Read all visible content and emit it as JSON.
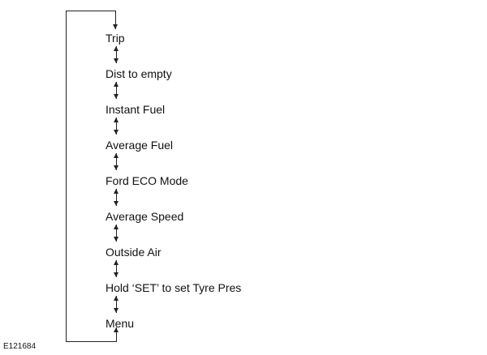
{
  "figure_label": "E121684",
  "diagram": {
    "type": "cyclic-menu-flow",
    "description": "Vertical list of display options connected by bidirectional arrows with a wrap-around loop from Menu back to Trip",
    "colors": {
      "line": "#222222",
      "text": "#111111",
      "background": "#ffffff"
    },
    "items": [
      {
        "label": "Trip"
      },
      {
        "label": "Dist to empty"
      },
      {
        "label": "Instant Fuel"
      },
      {
        "label": "Average Fuel"
      },
      {
        "label": "Ford ECO Mode"
      },
      {
        "label": "Average Speed"
      },
      {
        "label": "Outside Air"
      },
      {
        "label": "Hold ‘SET’ to set Tyre Pres"
      },
      {
        "label": "Menu"
      }
    ]
  }
}
